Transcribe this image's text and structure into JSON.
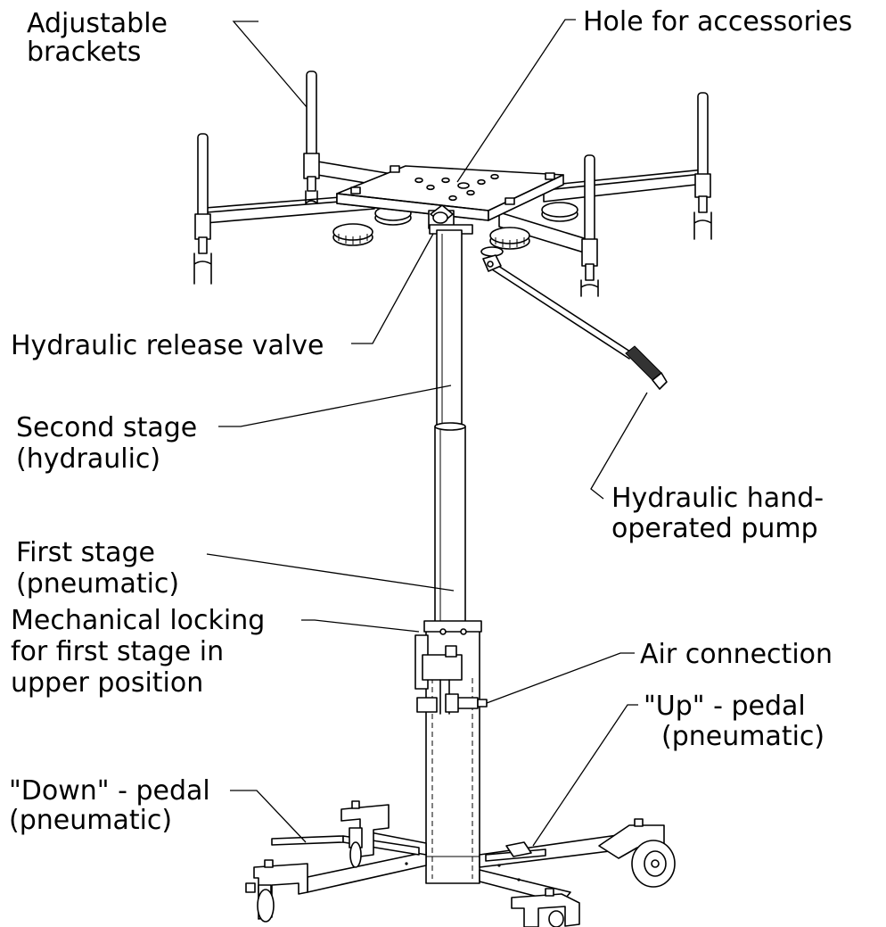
{
  "callouts": {
    "adjustable_brackets": [
      "Adjustable",
      "brackets"
    ],
    "hole_for_accessories": [
      "Hole for accessories"
    ],
    "hydraulic_release_valve": [
      "Hydraulic release valve"
    ],
    "second_stage": [
      "Second stage",
      "(hydraulic)"
    ],
    "hydraulic_pump": [
      "Hydraulic hand-",
      "operated pump"
    ],
    "first_stage": [
      "First stage",
      "(pneumatic)"
    ],
    "mechanical_locking": [
      "Mechanical locking",
      "for first stage in",
      "upper position"
    ],
    "air_connection": [
      "Air connection"
    ],
    "up_pedal": [
      "\"Up\" - pedal",
      "(pneumatic)"
    ],
    "down_pedal": [
      "\"Down\" - pedal",
      "(pneumatic)"
    ]
  },
  "colors": {
    "line": "#000000",
    "background": "#ffffff"
  }
}
